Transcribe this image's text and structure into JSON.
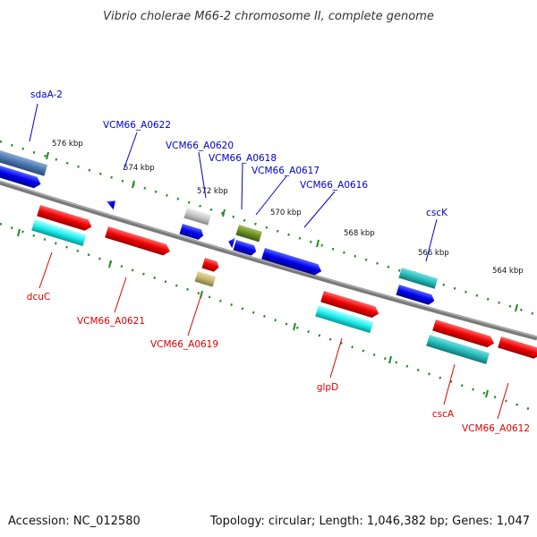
{
  "title": "Vibrio cholerae M66-2 chromosome II, complete genome",
  "footer": {
    "accession": "Accession: NC_012580",
    "summary": "Topology: circular; Length: 1,046,382 bp; Genes: 1,047"
  },
  "ticks": [
    "576 kbp",
    "574 kbp",
    "572 kbp",
    "570 kbp",
    "568 kbp",
    "566 kbp",
    "564 kbp"
  ],
  "labels_top": [
    "sdaA-2",
    "VCM66_A0622",
    "VCM66_A0620",
    "VCM66_A0618",
    "VCM66_A0617",
    "VCM66_A0616",
    "cscK"
  ],
  "labels_bottom": [
    "dcuC",
    "VCM66_A0621",
    "VCM66_A0619",
    "glpD",
    "cscA",
    "VCM66_A0612"
  ],
  "colors": {
    "top_label": "#0000cc",
    "bottom_label": "#dd0000",
    "backbone": "#808080",
    "tick": "#228822"
  }
}
